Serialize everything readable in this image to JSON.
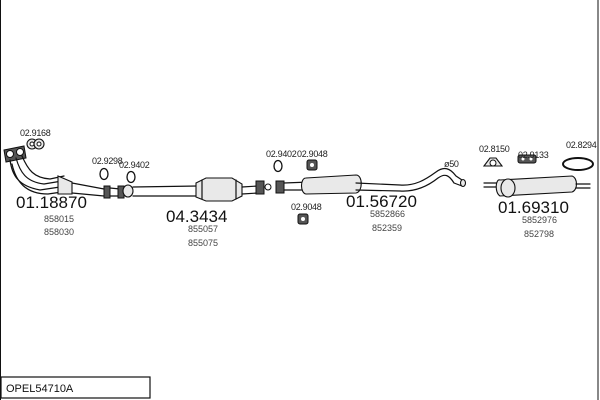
{
  "title": "OPEL54710A",
  "groups": [
    {
      "main": "01.18870",
      "parts": [
        "858015",
        "858030"
      ]
    },
    {
      "main": "04.3434",
      "parts": [
        "855057",
        "855075"
      ]
    },
    {
      "main": "01.56720",
      "parts": [
        "5852866",
        "852359"
      ]
    },
    {
      "main": "01.69310",
      "parts": [
        "5852976",
        "852798"
      ]
    }
  ],
  "accessories": [
    {
      "code": "02.9168",
      "icon": "gasket-ring-icon"
    },
    {
      "code": "02.9298",
      "icon": "clamp-ring-icon"
    },
    {
      "code": "02.9402",
      "icon": "clamp-ring-icon"
    },
    {
      "code": "02.9402",
      "icon": "clamp-ring-icon"
    },
    {
      "code": "02.9048",
      "icon": "rubber-hanger-icon"
    },
    {
      "code": "02.9048",
      "icon": "rubber-hanger-icon"
    },
    {
      "code": "02.8150",
      "icon": "rubber-mount-icon"
    },
    {
      "code": "02.9133",
      "icon": "rubber-block-icon"
    },
    {
      "code": "02.8294",
      "icon": "hanger-ring-icon"
    }
  ],
  "diameter_note": "ø50",
  "colors": {
    "line": "#111111",
    "background": "#ffffff",
    "fill": "#e9e9e9"
  }
}
